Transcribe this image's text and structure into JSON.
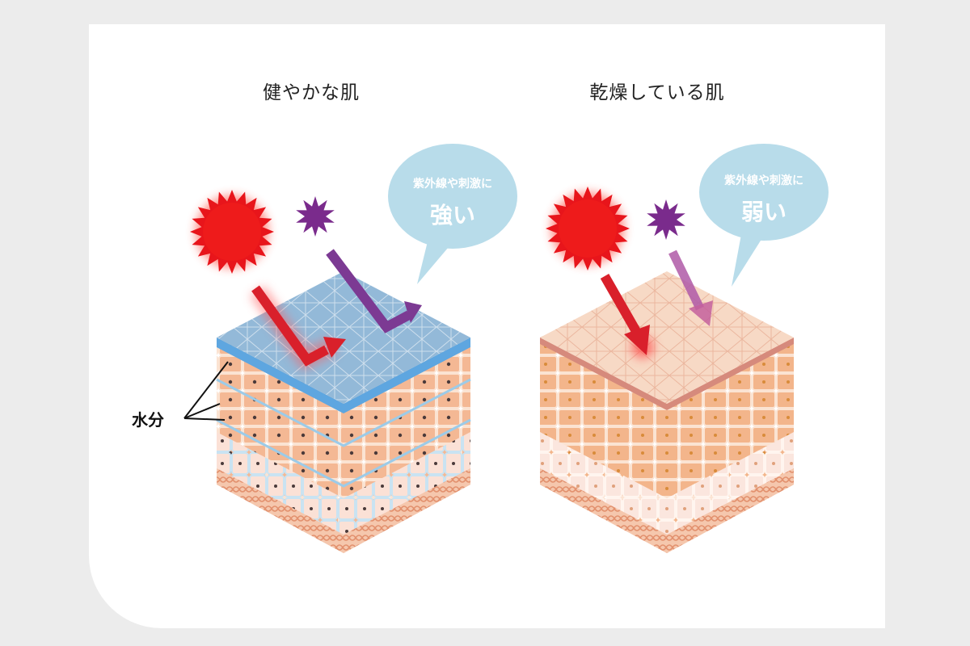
{
  "panels": {
    "left": {
      "title": "健やかな肌",
      "bubble_line1": "紫外線や刺激に",
      "bubble_line2": "強い"
    },
    "right": {
      "title": "乾燥している肌",
      "bubble_line1": "紫外線や刺激に",
      "bubble_line2": "弱い"
    }
  },
  "moisture_label": "水分",
  "colors": {
    "sun": "#e8151b",
    "uv_star": "#7a2b8c",
    "arrow_red": "#d9202b",
    "arrow_purple": "#7c3a93",
    "bubble": "#b8dcea",
    "healthy_top": "#8fb7d6",
    "dry_top": "#f6d6c0",
    "cell": "#f2b893",
    "deep_layer": "#e59a7a"
  },
  "icons": [
    "sun-icon",
    "uv-star-icon"
  ]
}
